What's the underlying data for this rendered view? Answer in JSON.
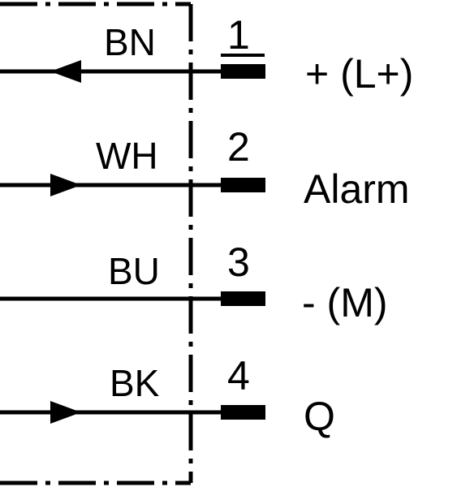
{
  "wiring": {
    "pins": [
      {
        "wire_color": "BN",
        "pin": "1",
        "signal": "+ (L+)",
        "arrow": "left-icon"
      },
      {
        "wire_color": "WH",
        "pin": "2",
        "signal": "Alarm",
        "arrow": "right-icon"
      },
      {
        "wire_color": "BU",
        "pin": "3",
        "signal": "- (M)",
        "arrow": "none"
      },
      {
        "wire_color": "BK",
        "pin": "4",
        "signal": "Q",
        "arrow": "right-icon"
      }
    ]
  }
}
